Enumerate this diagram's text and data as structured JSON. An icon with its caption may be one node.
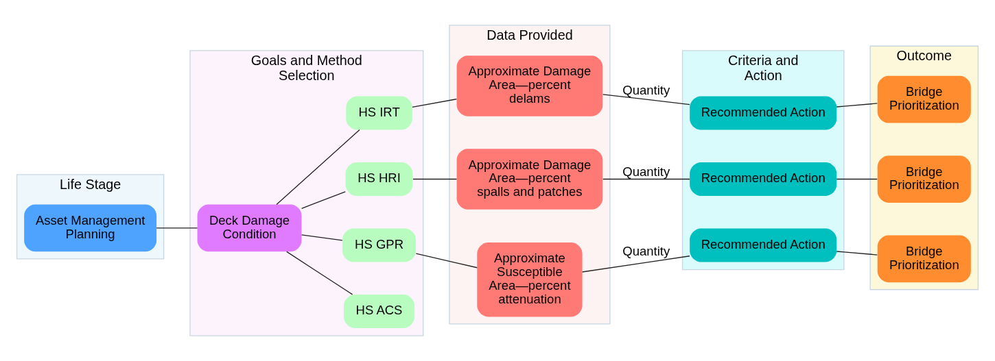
{
  "diagram": {
    "nodes": [
      {
        "text": [
          "Life Stage"
        ]
      },
      {
        "text": [
          "Asset Management Planning"
        ],
        "in": 0
      },
      {
        "text": [
          "Goals and Method Selection"
        ]
      },
      {
        "text": [
          "Deck Damage Condition"
        ],
        "in": 2
      },
      {
        "text": [
          "HS ACS"
        ],
        "in": 2
      },
      {
        "text": [
          "HS IRT"
        ],
        "in": 2
      },
      {
        "text": [
          "HS HRI"
        ],
        "in": 2
      },
      {
        "text": [
          "HS GPR"
        ],
        "in": 2
      },
      {
        "text": [
          "Data Provided"
        ]
      },
      {
        "text": [
          "Approximate Damage Area—percent delams"
        ],
        "in": 8
      },
      {
        "text": [
          "Approximate Damage Area—percent spalls and patches"
        ],
        "in": 8
      },
      {
        "text": [
          "Approximate Susceptible Area—percent attenuation"
        ],
        "in": 8
      },
      {
        "text": [
          "Criteria and Action"
        ]
      },
      {
        "text": [
          "Recommended Action"
        ],
        "in": 12
      },
      {
        "text": [
          "Recommended Action"
        ],
        "in": 12
      },
      {
        "text": [
          "Recommended Action"
        ],
        "in": 12
      },
      {
        "text": [
          "Outcome"
        ]
      },
      {
        "text": [
          "Bridge Prioritization"
        ],
        "in": 16
      },
      {
        "text": [
          "Bridge Prioritization"
        ],
        "in": 16
      },
      {
        "text": [
          "Bridge Prioritization"
        ],
        "in": 16
      }
    ],
    "edges": [
      {
        "from": 1,
        "to": 3,
        "arrow": "none"
      },
      {
        "from": 3,
        "to": 4,
        "arrow": "none"
      },
      {
        "from": 3,
        "to": 5,
        "arrow": "none"
      },
      {
        "from": 3,
        "to": 6,
        "arrow": "none"
      },
      {
        "from": 3,
        "to": 7,
        "arrow": "none"
      },
      {
        "from": 5,
        "to": 9,
        "arrow": "none"
      },
      {
        "from": 6,
        "to": 10,
        "arrow": "none"
      },
      {
        "from": 7,
        "to": 11,
        "arrow": "none"
      },
      {
        "from": 9,
        "to": 13,
        "label": "Quantity",
        "arrow": "none"
      },
      {
        "from": 10,
        "to": 14,
        "label": "Quantity",
        "arrow": "none"
      },
      {
        "from": 11,
        "to": 15,
        "label": "Quantity",
        "arrow": "none"
      },
      {
        "from": 13,
        "to": 17,
        "arrow": "none"
      },
      {
        "from": 14,
        "to": 18,
        "arrow": "none"
      },
      {
        "from": 15,
        "to": 19,
        "arrow": "none"
      }
    ]
  }
}
